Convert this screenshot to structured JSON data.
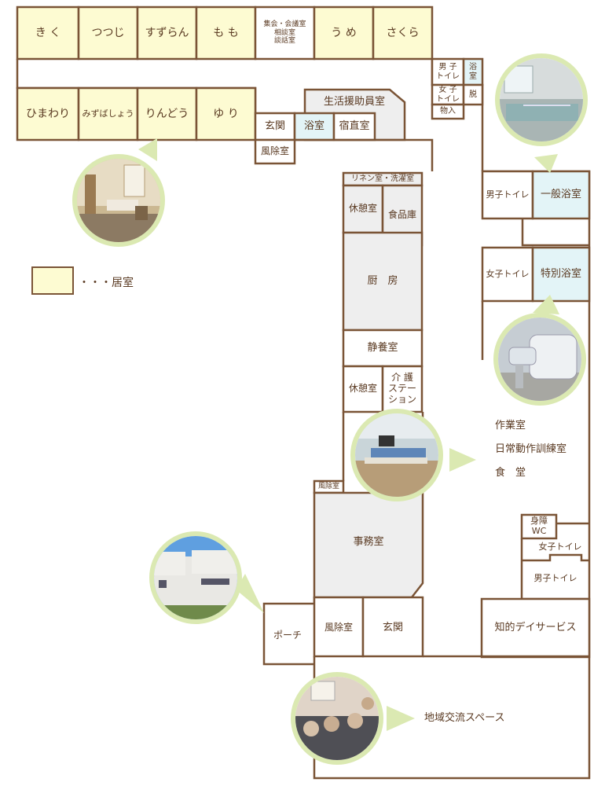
{
  "colors": {
    "wall": "#7a5436",
    "resident_room": "#fdfbd2",
    "service_room": "#eeeeee",
    "bath_room": "#e3f4f7",
    "bubble": "#dbe9b2",
    "text": "#5a3a22"
  },
  "rooms_top": [
    "き く",
    "つつじ",
    "すずらん",
    "も も",
    "う め",
    "さくら"
  ],
  "meeting_room": "集会・会議室\n相談室\n談話室",
  "rooms_mid": [
    "ひまわり",
    "みずばしょう",
    "りんどう",
    "ゆ り"
  ],
  "rooms": {
    "mens_toilet_small": "男 子\nトイレ",
    "bath_small": "浴\n室",
    "womens_toilet_small": "女 子\nトイレ",
    "undress": "脱",
    "storage": "物入",
    "staff_room": "生活援助員室",
    "entrance_north": "玄関",
    "bath_north": "浴室",
    "night_duty": "宿直室",
    "windbreak_north": "風除室",
    "linen_laundry": "リネン室・洗濯室",
    "rest_room_1": "休憩室",
    "food_storage": "食品庫",
    "kitchen": "厨　房",
    "recovery_room": "静養室",
    "rest_room_2": "休憩室",
    "care_station": "介 護\nステー\nション",
    "mens_toilet_east": "男子トイレ",
    "general_bath": "一般浴室",
    "womens_toilet_east": "女子トイレ",
    "special_bath": "特別浴室",
    "work_room": "作業室",
    "daily_training": "日常動作訓練室",
    "dining": "食　堂",
    "windbreak_small": "風除室",
    "office": "事務室",
    "accessible_wc": "身障\nWC",
    "womens_toilet_se": "女子トイレ",
    "mens_toilet_se": "男子トイレ",
    "porch": "ポーチ",
    "windbreak_south": "風除室",
    "entrance_south": "玄関",
    "day_service": "知的デイサービス",
    "community_space": "地域交流スペース"
  },
  "legend": {
    "label": "・・・居室"
  },
  "photos": [
    {
      "name": "bedroom-photo",
      "icon": "bedroom-image"
    },
    {
      "name": "general-bath-photo",
      "icon": "bathtub-image"
    },
    {
      "name": "special-bath-photo",
      "icon": "bath-machine-image"
    },
    {
      "name": "dining-photo",
      "icon": "dining-hall-image"
    },
    {
      "name": "building-photo",
      "icon": "building-exterior-image"
    },
    {
      "name": "community-photo",
      "icon": "crowd-event-image"
    }
  ]
}
